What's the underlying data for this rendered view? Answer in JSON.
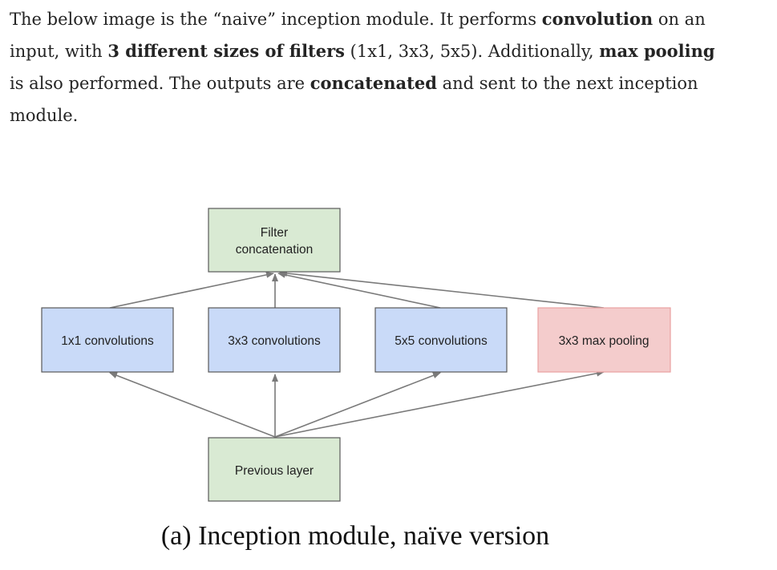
{
  "article": {
    "segments": [
      {
        "text": "The below image is the “naive” inception module. It performs ",
        "bold": false
      },
      {
        "text": "convolution",
        "bold": true
      },
      {
        "text": " on an input, with ",
        "bold": false
      },
      {
        "text": "3 different sizes of filters",
        "bold": true
      },
      {
        "text": " (1x1, 3x3, 5x5). Additionally, ",
        "bold": false
      },
      {
        "text": "max pooling",
        "bold": true
      },
      {
        "text": " is also performed. The outputs are ",
        "bold": false
      },
      {
        "text": "concatenated",
        "bold": true
      },
      {
        "text": " and sent to the next inception module.",
        "bold": false
      }
    ]
  },
  "diagram": {
    "colors": {
      "green_fill": "#d9ead3",
      "blue_fill": "#c9daf8",
      "red_fill": "#f4cccc",
      "red_stroke": "#e8a0a0",
      "box_stroke": "#595959",
      "arrow": "#7a7a7a"
    },
    "nodes": {
      "filter_concat": {
        "line1": "Filter",
        "line2": "concatenation"
      },
      "conv1x1": {
        "label": "1x1 convolutions"
      },
      "conv3x3": {
        "label": "3x3 convolutions"
      },
      "conv5x5": {
        "label": "5x5 convolutions"
      },
      "maxpool": {
        "label": "3x3 max pooling"
      },
      "previous": {
        "label": "Previous layer"
      }
    },
    "caption": "(a) Inception module, naïve version"
  }
}
